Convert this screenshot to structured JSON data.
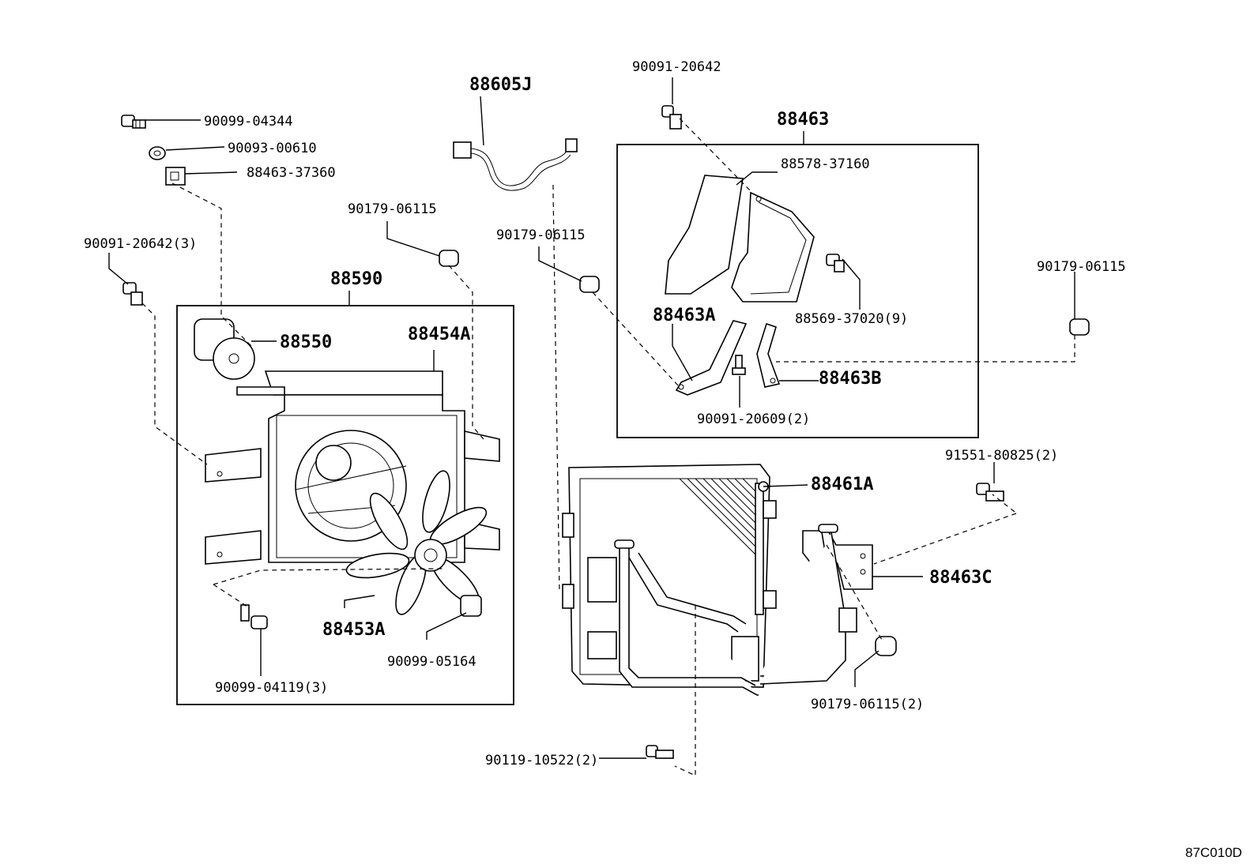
{
  "diagram": {
    "labels": {
      "p88605J": "88605J",
      "p90091_20642_top": "90091-20642",
      "p88463": "88463",
      "p90099_04344": "90099-04344",
      "p90093_00610": "90093-00610",
      "p88463_37360": "88463-37360",
      "p90179_06115_a": "90179-06115",
      "p90179_06115_b": "90179-06115",
      "p90091_20642_3": "90091-20642(3)",
      "p88590": "88590",
      "p88550": "88550",
      "p88454A": "88454A",
      "p88578_37160": "88578-37160",
      "p88569_37020_9": "88569-37020(9)",
      "p88463A": "88463A",
      "p88463B": "88463B",
      "p90091_20609_2": "90091-20609(2)",
      "p90179_06115_c": "90179-06115",
      "p91551_80825_2": "91551-80825(2)",
      "p88461A": "88461A",
      "p88463C": "88463C",
      "p88453A": "88453A",
      "p90099_05164": "90099-05164",
      "p90099_04119_3": "90099-04119(3)",
      "p90179_06115_2": "90179-06115(2)",
      "p90119_10522_2": "90119-10522(2)",
      "figure_code": "87C010D"
    }
  }
}
